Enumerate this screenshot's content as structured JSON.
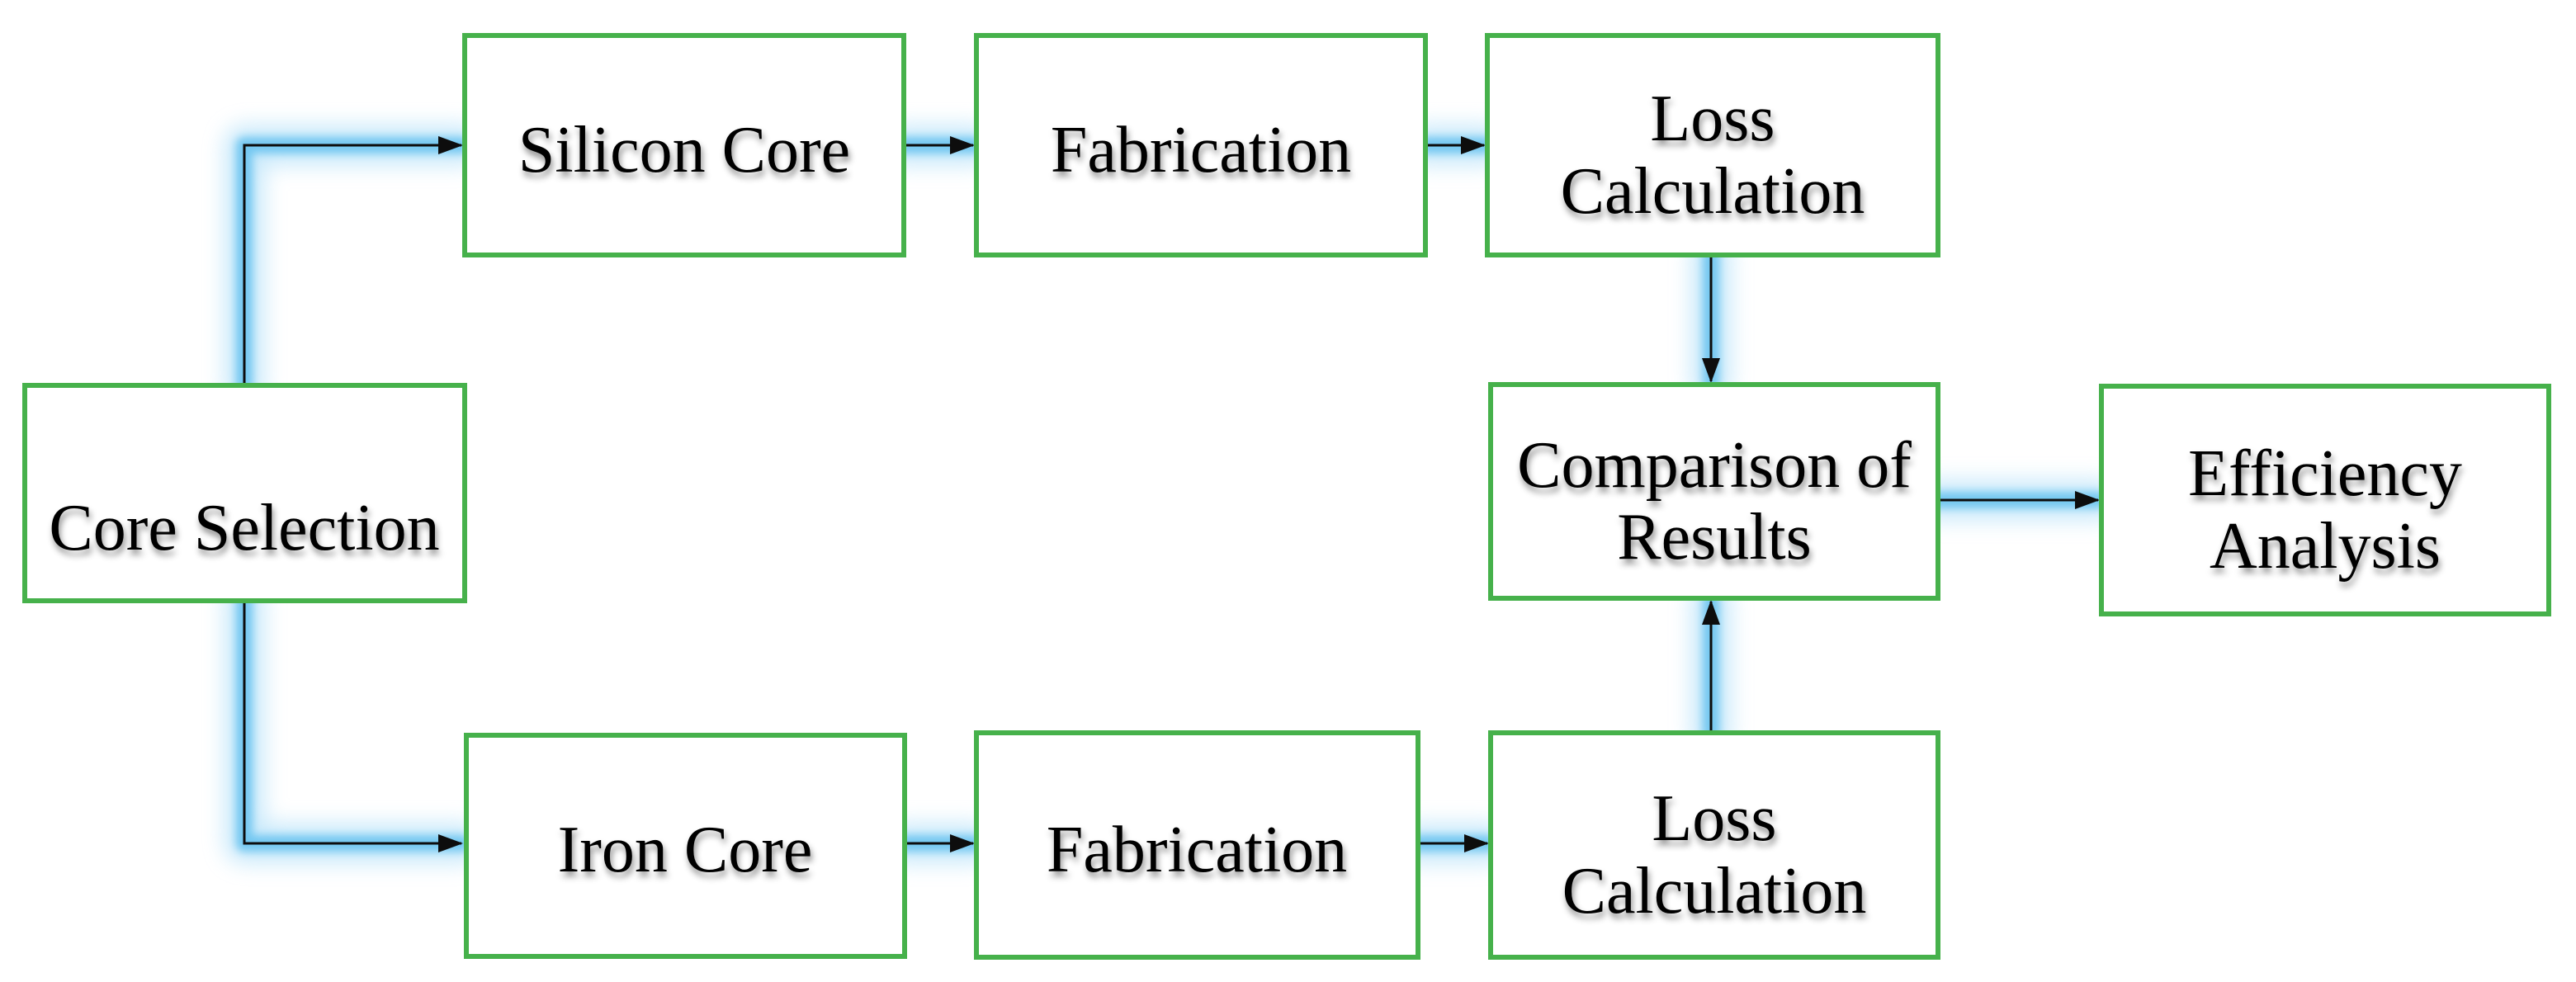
{
  "diagram": {
    "nodes": {
      "core_selection": {
        "label": "Core Selection"
      },
      "silicon_core": {
        "label": "Silicon Core"
      },
      "fabrication_top": {
        "label": "Fabrication"
      },
      "loss_calculation_top": {
        "line1": "Loss",
        "line2": "Calculation"
      },
      "comparison_of_results": {
        "line1": "Comparison of",
        "line2": "Results"
      },
      "efficiency_analysis": {
        "line1": "Efficiency",
        "line2": "Analysis"
      },
      "iron_core": {
        "label": "Iron Core"
      },
      "fabrication_bottom": {
        "label": "Fabrication"
      },
      "loss_calculation_bottom": {
        "line1": "Loss",
        "line2": "Calculation"
      }
    },
    "edges": [
      {
        "from": "Core Selection",
        "to": "Silicon Core"
      },
      {
        "from": "Silicon Core",
        "to": "Fabrication"
      },
      {
        "from": "Fabrication",
        "to": "Loss Calculation"
      },
      {
        "from": "Loss Calculation",
        "to": "Comparison of Results"
      },
      {
        "from": "Core Selection",
        "to": "Iron Core"
      },
      {
        "from": "Iron Core",
        "to": "Fabrication"
      },
      {
        "from": "Fabrication",
        "to": "Loss Calculation"
      },
      {
        "from": "Loss Calculation",
        "to": "Comparison of Results"
      },
      {
        "from": "Comparison of Results",
        "to": "Efficiency Analysis"
      }
    ],
    "colors": {
      "box_border": "#46b14b",
      "box_fill": "#ffffff",
      "connector": "#0d0d0d",
      "glow_soft": "#9bd7f7",
      "glow_strong": "#5fc0ef",
      "text": "#000000",
      "background": "#ffffff"
    }
  }
}
